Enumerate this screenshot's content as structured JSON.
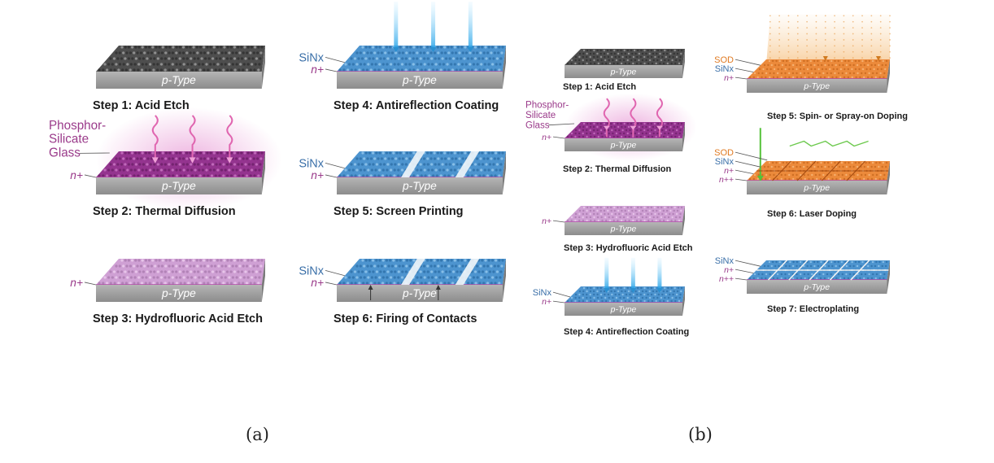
{
  "panels": [
    {
      "caption": "(a)",
      "steps": [
        {
          "label": "Step 1: Acid Etch",
          "layer": "p-Type",
          "colors": [
            "#4e4e4e",
            "#a7a7a7",
            "#2e2e2e"
          ],
          "annotations": [],
          "effect": "none"
        },
        {
          "label": "Step 2: Thermal Diffusion",
          "layer": "p-Type",
          "colors": [
            "#94348f",
            "#cf7cc8",
            "#6a1f66"
          ],
          "annotations": [
            "Phosphor-",
            "Silicate",
            "Glass",
            "n+"
          ],
          "effect": "heat"
        },
        {
          "label": "Step 3: Hydrofluoric Acid Etch",
          "layer": "p-Type",
          "colors": [
            "#cfa0d4",
            "#efd2f0",
            "#a879ae"
          ],
          "annotations": [
            "n+"
          ],
          "effect": "none"
        },
        {
          "label": "Step 4: Antireflection Coating",
          "layer": "p-Type",
          "colors": [
            "#4d94cf",
            "#9bccef",
            "#2c6ea5"
          ],
          "annotations": [
            "SiNx",
            "n+"
          ],
          "effect": "beams"
        },
        {
          "label": "Step 5: Screen Printing",
          "layer": "p-Type",
          "colors": [
            "#4d94cf",
            "#9bccef",
            "#2c6ea5"
          ],
          "annotations": [
            "SiNx",
            "n+"
          ],
          "effect": "stripes"
        },
        {
          "label": "Step 6: Firing of Contacts",
          "layer": "p-Type",
          "colors": [
            "#4d94cf",
            "#9bccef",
            "#2c6ea5"
          ],
          "annotations": [
            "SiNx",
            "n+"
          ],
          "effect": "firing"
        }
      ]
    },
    {
      "caption": "(b)",
      "steps": [
        {
          "label": "Step 1: Acid Etch",
          "layer": "p-Type",
          "colors": [
            "#4e4e4e",
            "#a7a7a7",
            "#2e2e2e"
          ],
          "annotations": [],
          "effect": "none"
        },
        {
          "label": "Step 2: Thermal Diffusion",
          "layer": "p-Type",
          "colors": [
            "#94348f",
            "#cf7cc8",
            "#6a1f66"
          ],
          "annotations": [
            "Phosphor-",
            "Silicate",
            "Glass",
            "n+"
          ],
          "effect": "heat"
        },
        {
          "label": "Step 3: Hydrofluoric Acid Etch",
          "layer": "p-Type",
          "colors": [
            "#cfa0d4",
            "#efd2f0",
            "#a879ae"
          ],
          "annotations": [
            "n+"
          ],
          "effect": "none"
        },
        {
          "label": "Step 4: Antireflection Coating",
          "layer": "p-Type",
          "colors": [
            "#4d94cf",
            "#9bccef",
            "#2c6ea5"
          ],
          "annotations": [
            "SiNx",
            "n+"
          ],
          "effect": "beams"
        },
        {
          "label": "Step 5: Spin- or Spray-on Doping",
          "layer": "p-Type",
          "colors": [
            "#ec8a3b",
            "#f7bd84",
            "#c4661d"
          ],
          "annotations": [
            "SOD",
            "SiNx",
            "n+"
          ],
          "effect": "spray"
        },
        {
          "label": "Step 6: Laser Doping",
          "layer": "p-Type",
          "colors": [
            "#ec8a3b",
            "#f7bd84",
            "#c4661d"
          ],
          "annotations": [
            "SOD",
            "SiNx",
            "n+",
            "n++"
          ],
          "effect": "laser"
        },
        {
          "label": "Step 7: Electroplating",
          "layer": "p-Type",
          "colors": [
            "#4d94cf",
            "#9bccef",
            "#2c6ea5"
          ],
          "annotations": [
            "SiNx",
            "n+",
            "n++"
          ],
          "effect": "grid"
        }
      ]
    }
  ],
  "annotation_colors": {
    "SiNx": "#3a6fa8",
    "SOD": "#e07a22",
    "n+": "#9a3a8a",
    "n++": "#9a3a8a",
    "Phosphor-": "#9a3a8a",
    "Silicate": "#9a3a8a",
    "Glass": "#9a3a8a"
  }
}
